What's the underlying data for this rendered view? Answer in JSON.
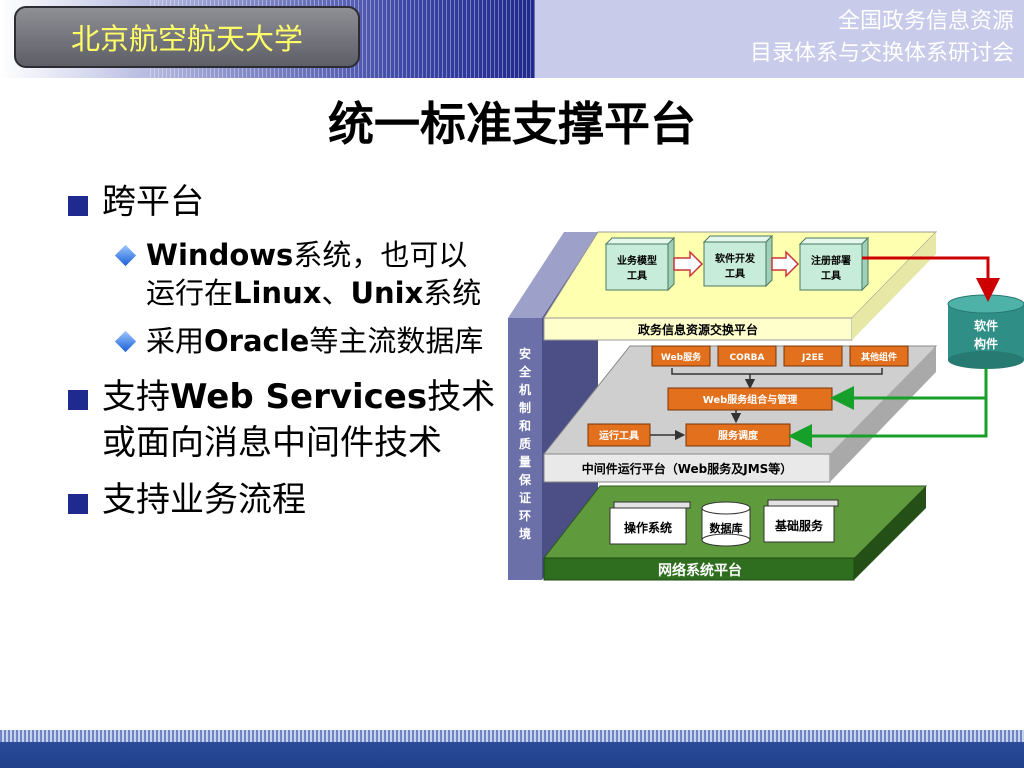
{
  "header": {
    "university": "北京航空航天大学",
    "conference_line1": "全国政务信息资源",
    "conference_line2": "目录体系与交换体系研讨会"
  },
  "title": "统一标准支撑平台",
  "bullets": [
    {
      "text": "跨平台",
      "children": [
        {
          "parts": [
            "Windows",
            "系统，也可以运行在",
            "Linux",
            "、",
            "Unix",
            "系统"
          ]
        },
        {
          "parts": [
            "采用",
            "Oracle",
            "等主流数据库"
          ]
        }
      ]
    },
    {
      "parts": [
        "支持",
        "Web Services",
        "技术或面向消息中间件技术"
      ]
    },
    {
      "text": "支持业务流程"
    }
  ],
  "diagram": {
    "security_label": [
      "安",
      "全",
      "机",
      "制",
      "和",
      "质",
      "量",
      "保",
      "证",
      "环",
      "境"
    ],
    "tools": {
      "business_model": [
        "业务模型",
        "工具"
      ],
      "software_dev": [
        "软件开发",
        "工具"
      ],
      "register_deploy": [
        "注册部署",
        "工具"
      ]
    },
    "exchange_platform": "政务信息资源交换平台",
    "services": [
      "Web服务",
      "CORBA",
      "J2EE",
      "其他组件"
    ],
    "web_service_mgmt": "Web服务组合与管理",
    "runtime_tool": "运行工具",
    "service_dispatch": "服务调度",
    "middleware_platform": "中间件运行平台（Web服务及JMS等）",
    "base_boxes": [
      "操作系统",
      "数据库",
      "基础服务"
    ],
    "network_platform": "网络系统平台",
    "component_store": [
      "软件",
      "构件"
    ]
  },
  "colors": {
    "brand_blue": "#1f2a8e",
    "logo_text": "#ffff66",
    "tool_box": "#c7ecd9",
    "service_box": "#e2701c",
    "yellow_layer": "#ffffb0",
    "gray_layer": "#d7d7d7",
    "green_layer": "#3f7f2a",
    "arrow_red": "#cc0000",
    "arrow_green": "#16a02a",
    "side_panel": "#6b70a8"
  }
}
